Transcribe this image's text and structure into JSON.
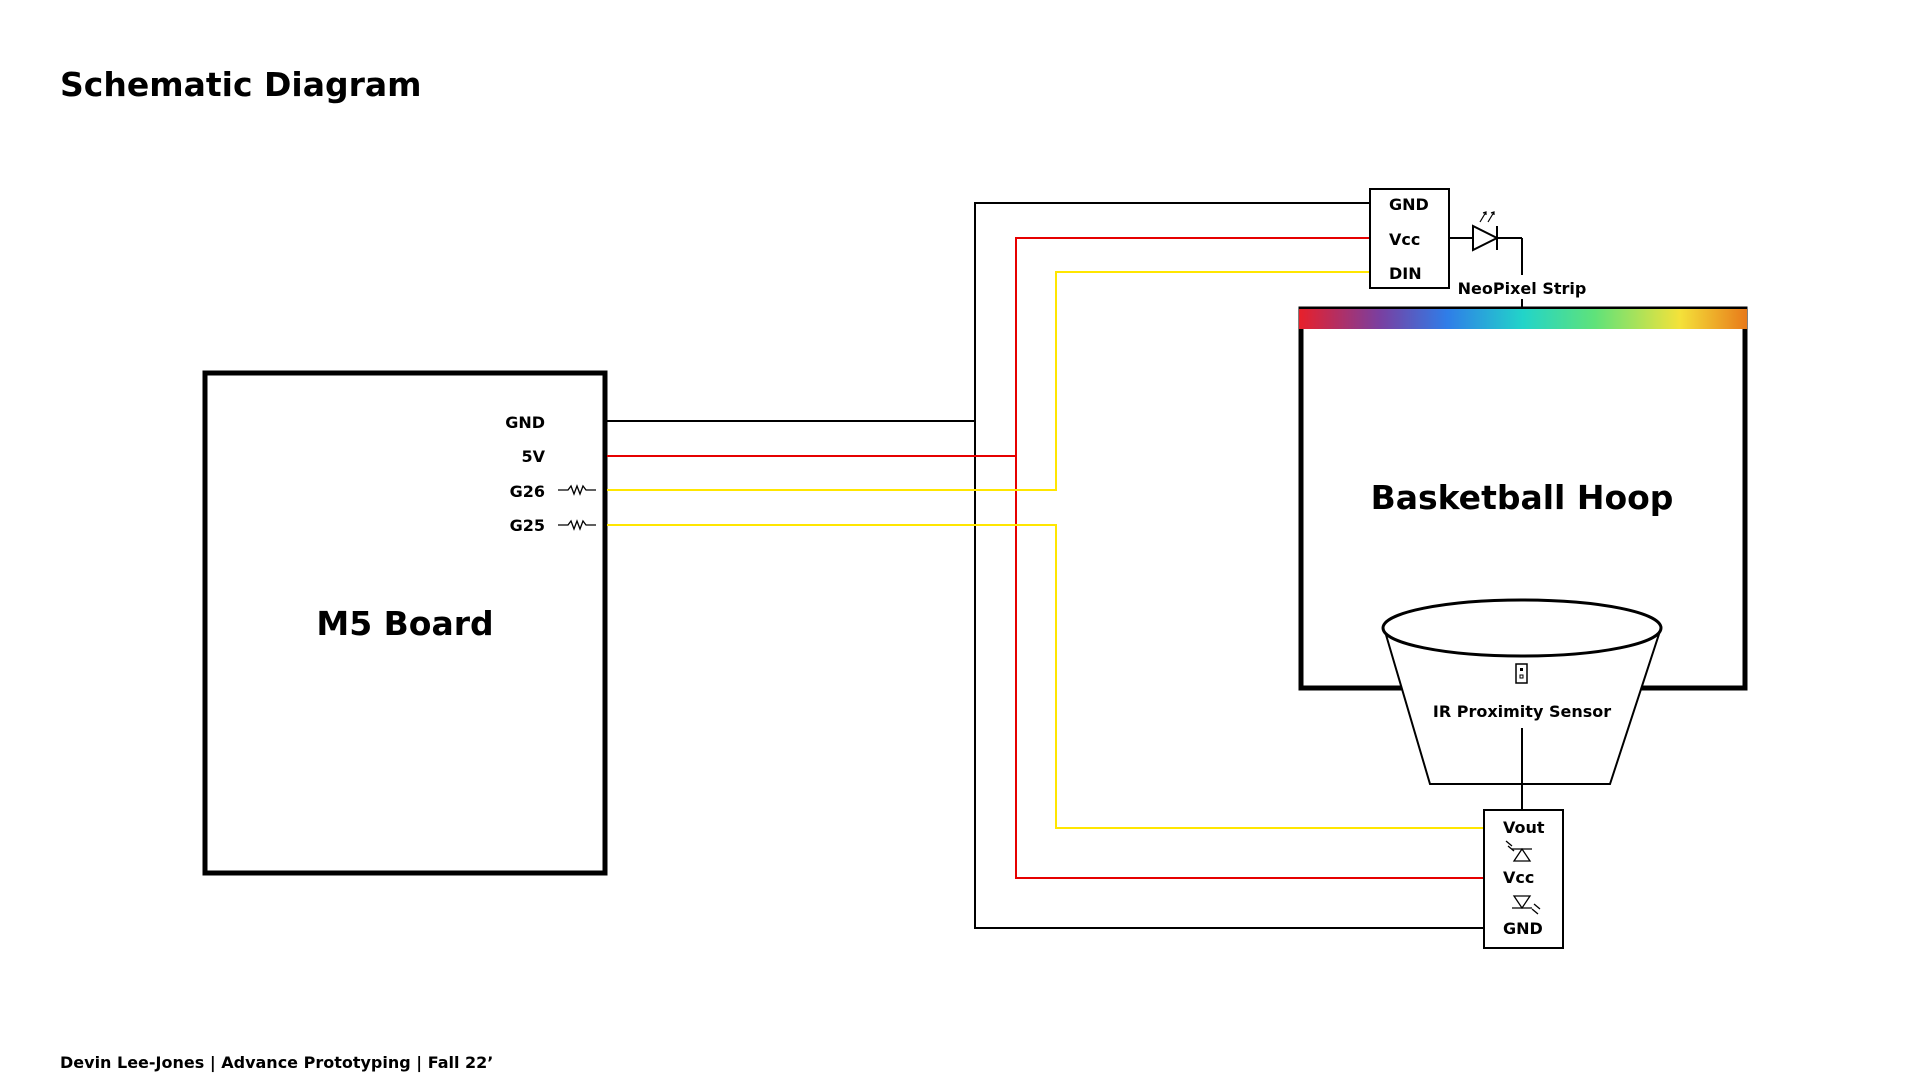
{
  "title": "Schematic Diagram",
  "footer": "Devin Lee-Jones | Advance Prototyping | Fall 22’",
  "colors": {
    "gnd": "#000000",
    "vcc": "#e60000",
    "signal": "#ffe600"
  },
  "m5_board": {
    "label": "M5 Board",
    "pins": [
      "GND",
      "5V",
      "G26",
      "G25"
    ]
  },
  "neopixel": {
    "label": "NeoPixel Strip",
    "pins": [
      "GND",
      "Vcc",
      "DIN"
    ],
    "gradient": [
      "#e8202a",
      "#7a3fa0",
      "#2f7de8",
      "#22d4c9",
      "#5fe27a",
      "#f4e23a",
      "#e87a1a"
    ]
  },
  "hoop": {
    "label": "Basketball Hoop"
  },
  "ir_sensor": {
    "label": "IR Proximity Sensor",
    "pins": [
      "Vout",
      "Vcc",
      "GND"
    ]
  }
}
